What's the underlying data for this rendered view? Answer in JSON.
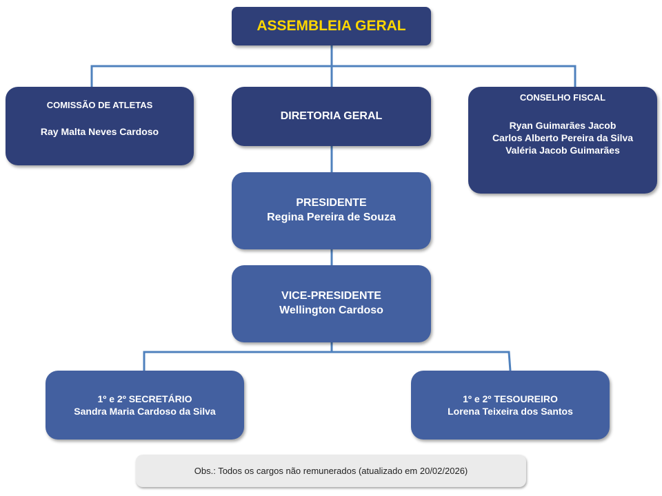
{
  "colors": {
    "dark_box": "#2f3f78",
    "mid_box": "#4360a0",
    "connector": "#4f81bd",
    "title_text": "#ffd700",
    "note_bg": "#ebebeb"
  },
  "assembleia": {
    "title": "ASSEMBLEIA GERAL"
  },
  "comissao": {
    "title": "COMISSÃO DE ATLETAS",
    "members": [
      "Ray Malta Neves Cardoso"
    ]
  },
  "diretoria": {
    "title": "DIRETORIA GERAL"
  },
  "conselho": {
    "title": "CONSELHO FISCAL",
    "members": [
      "Ryan Guimarães Jacob",
      "Carlos Alberto Pereira da Silva",
      "Valéria Jacob Guimarães"
    ]
  },
  "presidente": {
    "title": "PRESIDENTE",
    "name": "Regina Pereira de Souza"
  },
  "vice": {
    "title": "VICE-PRESIDENTE",
    "name": "Wellington Cardoso"
  },
  "secretario": {
    "title": "1º e 2º SECRETÁRIO",
    "name": "Sandra Maria Cardoso da Silva"
  },
  "tesoureiro": {
    "title": "1º e 2º TESOUREIRO",
    "name": "Lorena Teixeira dos Santos"
  },
  "note": {
    "text": "Obs.: Todos os cargos não remunerados (atualizado em 20/02/2026)"
  }
}
